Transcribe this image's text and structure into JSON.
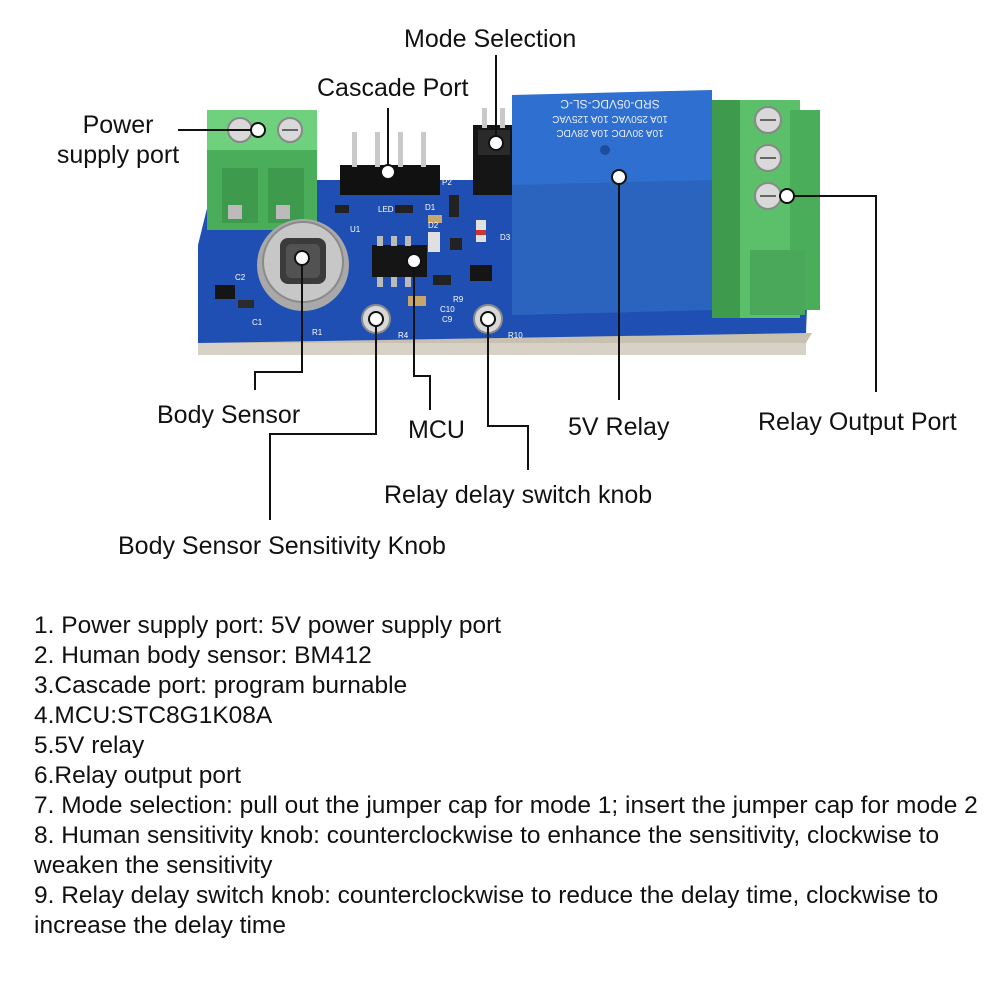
{
  "callouts": {
    "mode_selection": "Mode Selection",
    "cascade_port": "Cascade Port",
    "power_supply_port_line1": "Power",
    "power_supply_port_line2": "supply port",
    "body_sensor": "Body Sensor",
    "mcu": "MCU",
    "relay_5v": "5V Relay",
    "relay_output_port": "Relay Output Port",
    "relay_delay_knob": "Relay delay switch knob",
    "body_sensor_sensitivity_knob": "Body Sensor Sensitivity Knob"
  },
  "relay_markings": {
    "model": "SRD-05VDC-SL-C",
    "rating_1": "10A 250VAC 10A 125VAC",
    "rating_2": "10A 30VDC 10A 28VDC"
  },
  "silkscreen": [
    "P2",
    "D1",
    "D2",
    "D3",
    "C2",
    "C1",
    "R1",
    "R4",
    "R9",
    "C10",
    "C9",
    "R10",
    "U1",
    "LED"
  ],
  "notes": [
    "1. Power supply port: 5V power supply port",
    "2. Human body sensor: BM412",
    "3.Cascade port: program burnable",
    "4.MCU:STC8G1K08A",
    "5.5V relay",
    "6.Relay output port",
    "7. Mode selection: pull out the jumper cap for mode 1; insert the jumper cap for mode 2",
    "8. Human sensitivity knob: counterclockwise to enhance the sensitivity, clockwise to weaken the sensitivity",
    "9. Relay delay switch knob: counterclockwise to reduce the delay time, clockwise to increase the delay time"
  ],
  "colors": {
    "pcb": "#1f4fb3",
    "pcb_edge": "#173e8c",
    "terminal": "#5cbf6a",
    "relay": "#2f6fd0",
    "leader": "#111111"
  }
}
